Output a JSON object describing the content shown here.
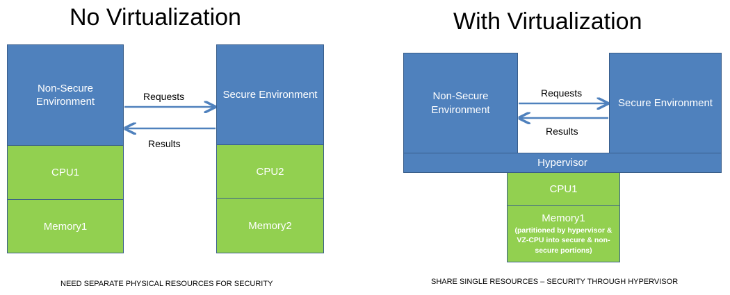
{
  "left": {
    "title": "No Virtualization",
    "non_secure": "Non-Secure\nEnvironment",
    "secure": "Secure Environment",
    "cpu_a": "CPU1",
    "memory_a": "Memory1",
    "cpu_b": "CPU2",
    "memory_b": "Memory2",
    "requests": "Requests",
    "results": "Results",
    "caption": "NEED SEPARATE PHYSICAL RESOURCES FOR SECURITY"
  },
  "right": {
    "title": "With Virtualization",
    "non_secure": "Non-Secure\nEnvironment",
    "secure": "Secure Environment",
    "hypervisor": "Hypervisor",
    "cpu": "CPU1",
    "memory": "Memory1",
    "memory_note": "(partitioned by hypervisor &\nVZ-CPU  into secure & non-\nsecure portions)",
    "requests": "Requests",
    "results": "Results",
    "caption": "SHARE SINGLE RESOURCES – SECURITY THROUGH HYPERVISOR"
  },
  "colors": {
    "environment_fill": "#4f81bd",
    "resource_fill": "#92d050",
    "border": "#385d8a",
    "arrow": "#4f81bd"
  }
}
